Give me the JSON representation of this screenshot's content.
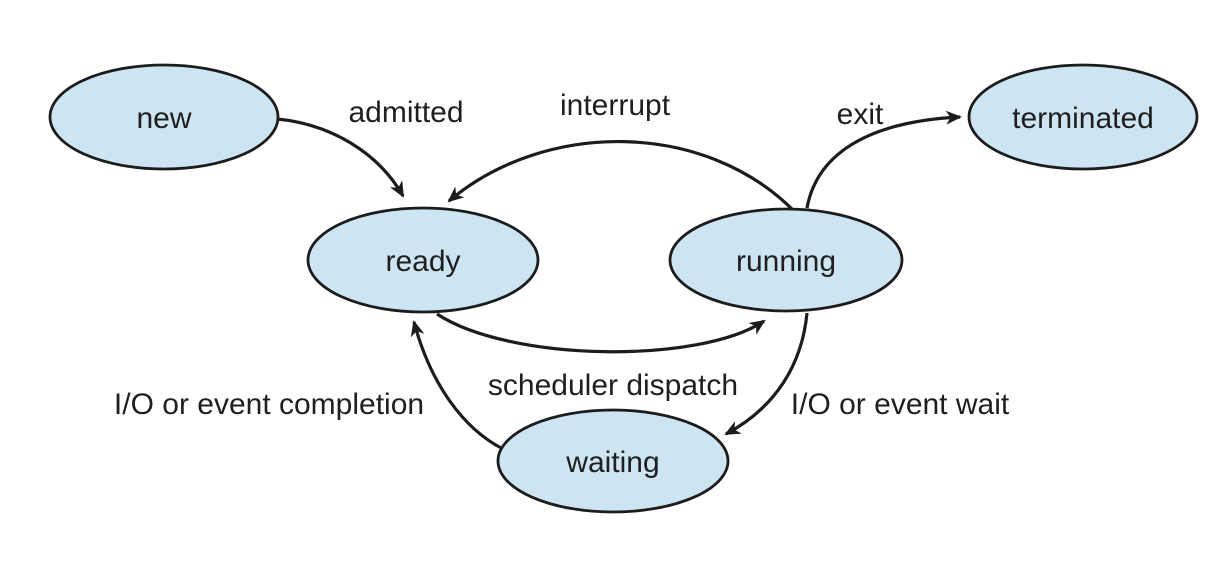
{
  "diagram": {
    "name": "process-state-diagram",
    "background_color": "#ffffff",
    "node_fill_color": "#cde4f2",
    "node_stroke_color": "#1c1c1c",
    "text_color": "#1f1f1f",
    "states": [
      {
        "id": "new",
        "label": "new"
      },
      {
        "id": "ready",
        "label": "ready"
      },
      {
        "id": "running",
        "label": "running"
      },
      {
        "id": "terminated",
        "label": "terminated"
      },
      {
        "id": "waiting",
        "label": "waiting"
      }
    ],
    "transitions": [
      {
        "id": "admitted",
        "label": "admitted",
        "from": "new",
        "to": "ready"
      },
      {
        "id": "interrupt",
        "label": "interrupt",
        "from": "running",
        "to": "ready"
      },
      {
        "id": "exit",
        "label": "exit",
        "from": "running",
        "to": "terminated"
      },
      {
        "id": "scheduler_dispatch",
        "label": "scheduler dispatch",
        "from": "ready",
        "to": "running"
      },
      {
        "id": "io_or_event_wait",
        "label": "I/O or event wait",
        "from": "running",
        "to": "waiting"
      },
      {
        "id": "io_or_event_completion",
        "label": "I/O or event completion",
        "from": "waiting",
        "to": "ready"
      }
    ]
  }
}
